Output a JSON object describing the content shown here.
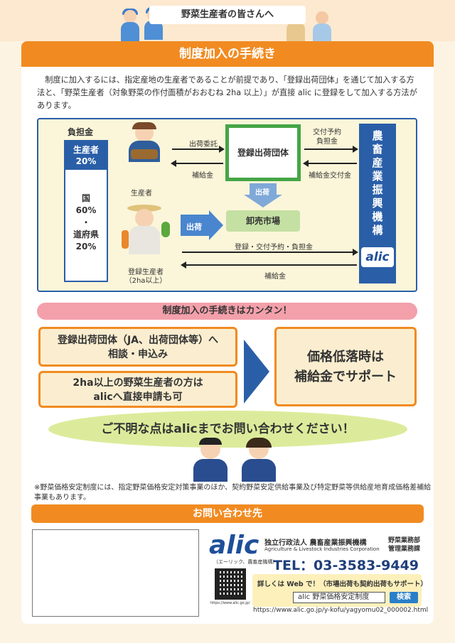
{
  "header": {
    "title": "野菜生産者の皆さんへ"
  },
  "main": {
    "title": "制度加入の手続き",
    "intro": "制度に加入するには、指定産地の生産者であることが前提であり、「登録出荷団体」を通じて加入する方法と、「野菜生産者（対象野菜の作付面積がおおむね 2ha 以上）」が直接 alic に登録をして加入する方法があります。"
  },
  "diagram": {
    "burden_label": "負担金",
    "burden_top": "生産者\n20%",
    "burden_bottom": "国\n60%\n・\n道府県\n20%",
    "producer_label": "生産者",
    "reg_producer_label": "登録生産者\n（2ha以上）",
    "ship_consign": "出荷委託",
    "subsidy": "補給金",
    "org": "登録出荷団体",
    "delivery": "交付予約\n負担金",
    "subsidy_grant": "補給金交付金",
    "ship_down": "出荷",
    "ship_right": "出荷",
    "market": "卸売市場",
    "register_line": "登録・交付予約・負担金",
    "subsidy_line": "補給金",
    "agency": "農畜産業振興機構",
    "alic_logo": "alic"
  },
  "easy": {
    "banner": "制度加入の手続きはカンタン！",
    "box1": "登録出荷団体（JA、出荷団体等）へ\n相談・申込み",
    "box2": "2ha以上の野菜生産者の方は\nalicへ直接申請も可",
    "result": "価格低落時は\n補給金でサポート"
  },
  "inquiry": {
    "text": "ご不明な点はalicまでお問い合わせください！"
  },
  "note": "※野菜価格安定制度には、指定野菜価格安定対策事業のほか、契約野菜安定供給事業及び特定野菜等供給産地育成価格差補給事業もあります。",
  "contact": {
    "banner": "お問い合わせ先",
    "logo": "alic",
    "logo_sub": "（エーリック、農畜産機構）",
    "org_name": "独立行政法人 農畜産業振興機構",
    "org_en": "Agriculture & Livestock Industries Corporation",
    "dept": "野菜業務部\n管理業務課",
    "tel": "TEL：03-3583-9449",
    "web_note": "詳しくは Web で！（市場出荷も契約出荷もサポート）",
    "search_text": "alic 野菜価格安定制度",
    "search_button": "検索",
    "url": "https://www.alic.go.jp/y-kofu/yagyomu02_000002.html",
    "qr_url": "https://www.alic.go.jp/"
  },
  "colors": {
    "orange": "#f18b21",
    "blue": "#2a5fa8",
    "green": "#45a546",
    "pink": "#f3a0ab"
  }
}
